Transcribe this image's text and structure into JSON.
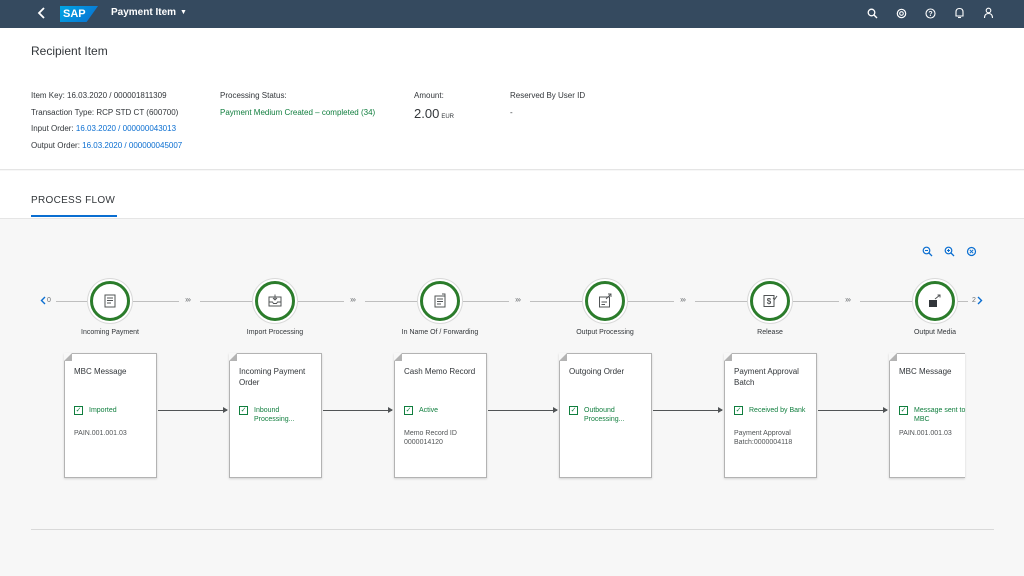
{
  "shell": {
    "title": "Payment Item",
    "icons": [
      "back-icon",
      "search-icon",
      "copilot-icon",
      "help-icon",
      "notifications-icon",
      "user-icon"
    ]
  },
  "header": {
    "title": "Recipient Item",
    "item_key": "Item Key: 16.03.2020 / 000001811309",
    "transaction_type": "Transaction Type: RCP STD CT (600700)",
    "input_order_label": "Input Order:",
    "input_order_value": "16.03.2020 / 000000043013",
    "output_order_label": "Output Order:",
    "output_order_value": "16.03.2020 / 000000045007",
    "processing_status_label": "Processing Status:",
    "processing_status_value": "Payment Medium Created – completed (34)",
    "amount_label": "Amount:",
    "amount_value": "2.00",
    "amount_currency": "EUR",
    "reserved_label": "Reserved By User ID",
    "reserved_value": "-"
  },
  "tabs": [
    {
      "label": "PROCESS FLOW",
      "selected": true
    }
  ],
  "flow": {
    "nav_left_count": "0",
    "nav_right_count": "2",
    "lanes": [
      {
        "label": "Incoming Payment"
      },
      {
        "label": "Import Processing"
      },
      {
        "label": "In Name Of / Forwarding"
      },
      {
        "label": "Output Processing"
      },
      {
        "label": "Release"
      },
      {
        "label": "Output Media"
      }
    ],
    "nodes": [
      {
        "title": "MBC Message",
        "status": "Imported",
        "attr": "PAIN.001.001.03"
      },
      {
        "title": "Incoming Payment Order",
        "status": "Inbound Processing...",
        "attr": ""
      },
      {
        "title": "Cash Memo Record",
        "status": "Active",
        "attr": "Memo Record ID 0000014120"
      },
      {
        "title": "Outgoing Order",
        "status": "Outbound Processing...",
        "attr": ""
      },
      {
        "title": "Payment Approval Batch",
        "status": "Received by Bank",
        "attr": "Payment Approval Batch:0000004118"
      },
      {
        "title": "MBC Message",
        "status": "Message sent to MBC",
        "attr": "PAIN.001.001.03"
      }
    ],
    "colors": {
      "accent": "#0a6ed1",
      "success": "#107e3e",
      "shell": "#354a5f"
    }
  }
}
